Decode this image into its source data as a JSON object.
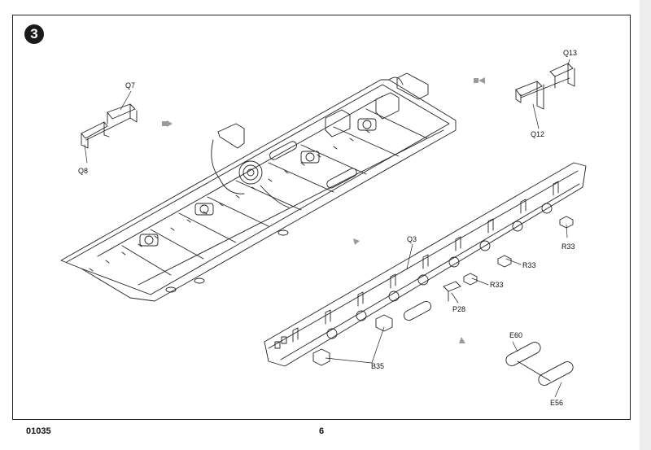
{
  "step": {
    "number": "3"
  },
  "labels": {
    "q7": "Q7",
    "q8": "Q8",
    "q12": "Q12",
    "q13": "Q13",
    "q3": "Q3",
    "r33_a": "R33",
    "r33_b": "R33",
    "r33_c": "R33",
    "p28": "P28",
    "b35": "B35",
    "e60": "E60",
    "e56": "E56"
  },
  "footer": {
    "code": "01035",
    "page": "6"
  },
  "colors": {
    "arrow": "#9a9a9a",
    "line": "#222222",
    "badge": "#1a1a1a"
  },
  "icons": [
    "assembly-arrow-icon"
  ]
}
